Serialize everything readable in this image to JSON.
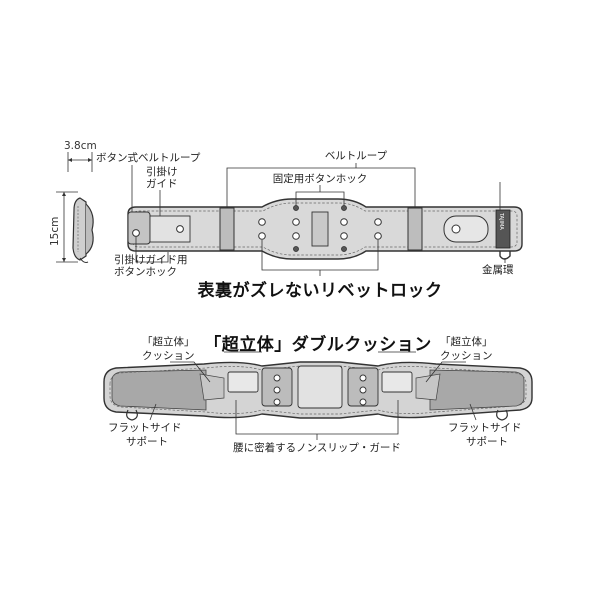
{
  "dimensions": {
    "depth": "3.8cm",
    "height": "15cm"
  },
  "top_view": {
    "labels": {
      "button_belt_loop": "ボタン式ベルトループ",
      "hook_guide_line1": "引掛け",
      "hook_guide_line2": "ガイド",
      "belt_loop": "ベルトループ",
      "fixing_hook": "固定用ボタンホック",
      "guide_hook_line1": "引掛けガイド用",
      "guide_hook_line2": "ボタンホック",
      "metal_ring": "金属環",
      "brand_tag": "TAJIMA"
    },
    "headline": "表裏がズレないリベットロック"
  },
  "bottom_view": {
    "headline": "「超立体」ダブルクッション",
    "labels": {
      "cushion_left_line1": "「超立体」",
      "cushion_left_line2": "クッション",
      "cushion_right_line1": "「超立体」",
      "cushion_right_line2": "クッション",
      "flat_side_left_line1": "フラットサイド",
      "flat_side_left_line2": "サポート",
      "flat_side_right_line1": "フラットサイド",
      "flat_side_right_line2": "サポート",
      "non_slip_guard": "腰に密着するノンスリップ・ガード"
    }
  },
  "colors": {
    "belt_fill": "#d9d9d9",
    "belt_dark": "#a8a8a8",
    "pad_fill": "#b5b5b5",
    "outline": "#333333"
  }
}
